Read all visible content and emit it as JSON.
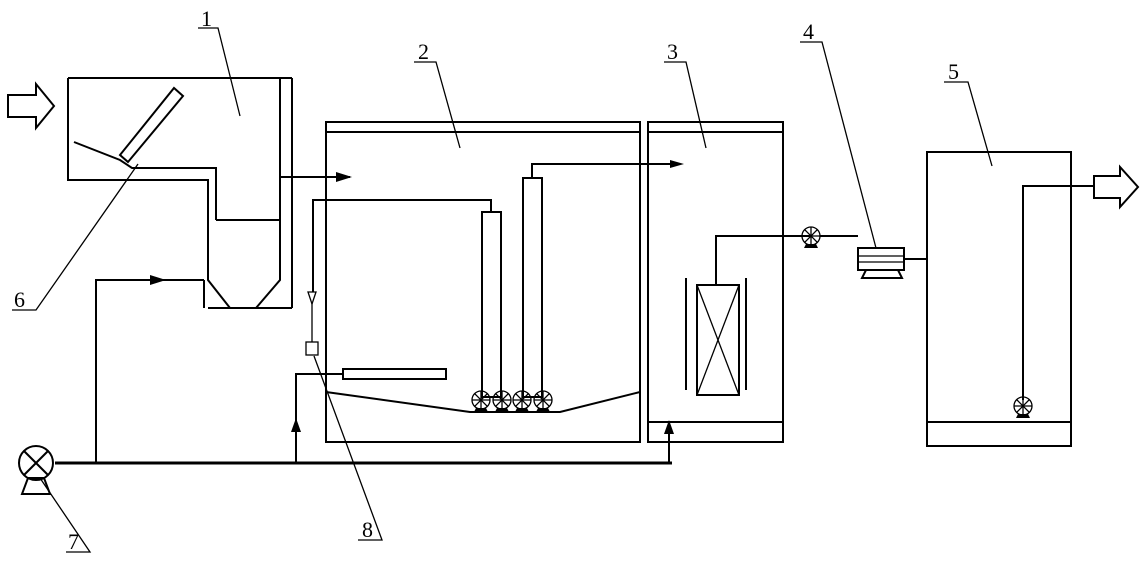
{
  "labels": {
    "l1": "1",
    "l2": "2",
    "l3": "3",
    "l4": "4",
    "l5": "5",
    "l6": "6",
    "l7": "7",
    "l8": "8"
  },
  "colors": {
    "line": "#000000",
    "background": "#ffffff"
  }
}
